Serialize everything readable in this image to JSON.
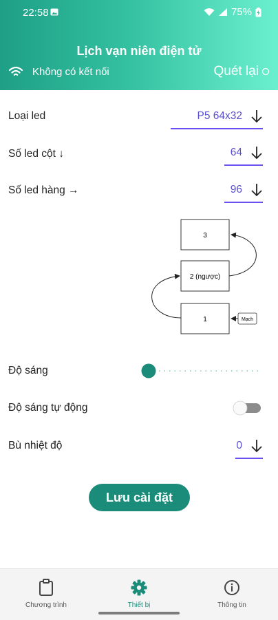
{
  "status_bar": {
    "time": "22:58",
    "battery": "75%"
  },
  "header": {
    "title": "Lịch vạn niên điện tử",
    "connection_status": "Không có kết nối",
    "rescan_label": "Quét lại"
  },
  "settings": {
    "led_type": {
      "label": "Loại led",
      "value": "P5 64x32"
    },
    "led_columns": {
      "label": "Số led cột ↓",
      "value": "64"
    },
    "led_rows": {
      "label": "Số led hàng →",
      "value": "96"
    },
    "brightness": {
      "label": "Độ sáng",
      "level": 0.0
    },
    "auto_brightness": {
      "label": "Độ sáng tự động",
      "enabled": false
    },
    "temp_compensation": {
      "label": "Bù nhiệt độ",
      "value": "0"
    }
  },
  "diagram": {
    "panels": [
      "3",
      "2 (ngược)",
      "1"
    ],
    "input_label": "Mạch"
  },
  "save_button": {
    "label": "Lưu cài đặt"
  },
  "bottom_nav": [
    {
      "label": "Chương trình",
      "icon": "clipboard-icon",
      "active": false
    },
    {
      "label": "Thiết bị",
      "icon": "gear-icon",
      "active": true
    },
    {
      "label": "Thông tin",
      "icon": "info-icon",
      "active": false
    }
  ],
  "colors": {
    "header_start": "#1e9f86",
    "header_end": "#6bf0cf",
    "accent": "#1c8c7a",
    "underline": "#6b4ff0",
    "value_text": "#5a4fcf"
  }
}
